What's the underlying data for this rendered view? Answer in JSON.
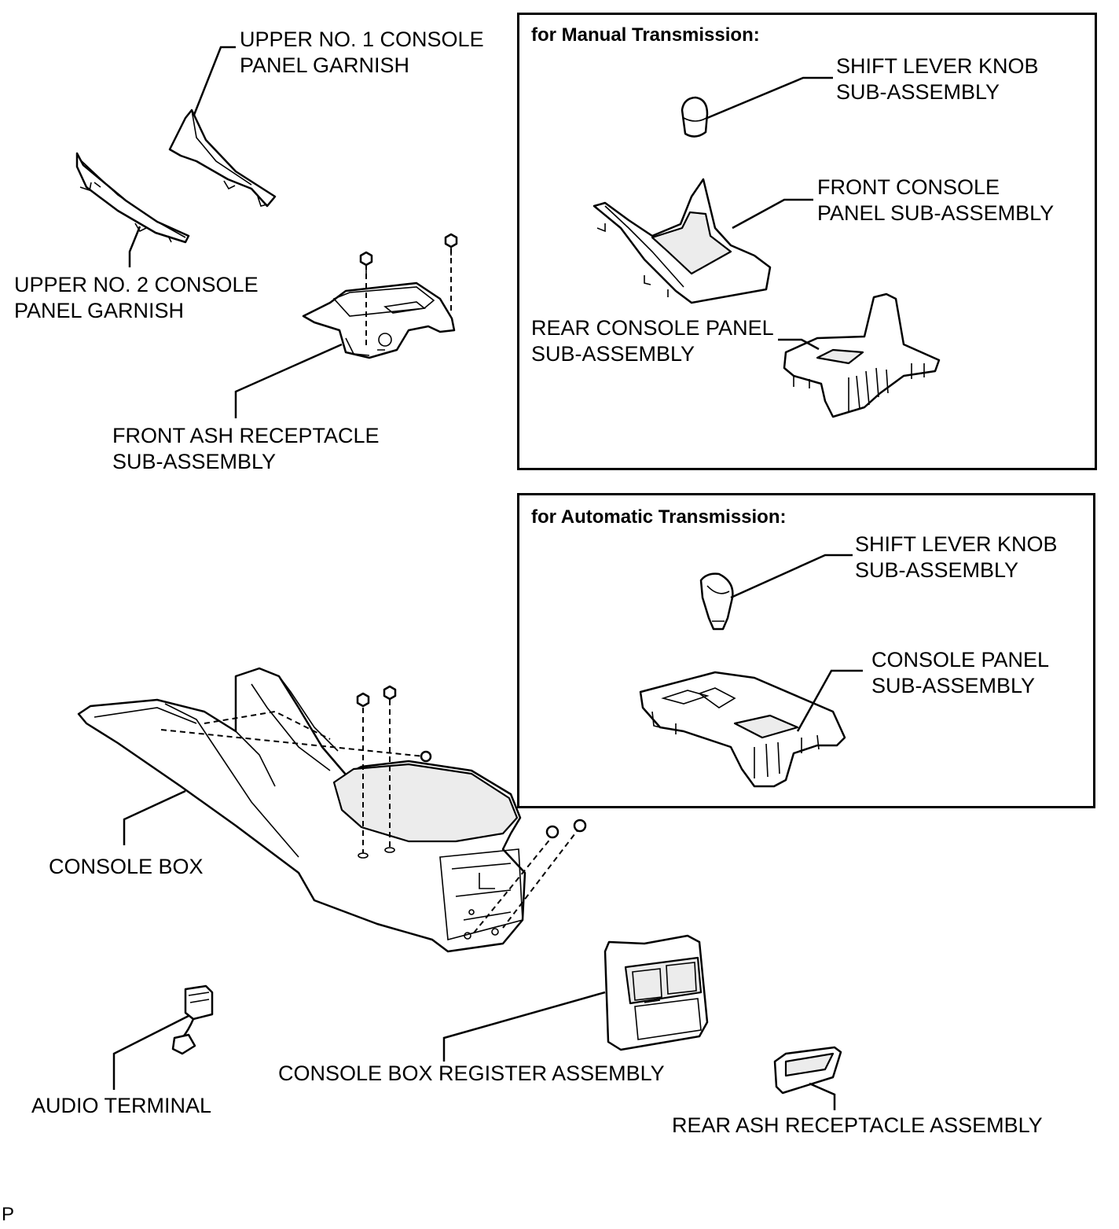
{
  "boxes": {
    "manual": {
      "title": "for Manual Transmission:"
    },
    "automatic": {
      "title": "for Automatic Transmission:"
    }
  },
  "labels": {
    "upper_no1": "UPPER NO. 1 CONSOLE\nPANEL GARNISH",
    "upper_no2": "UPPER NO. 2 CONSOLE\nPANEL GARNISH",
    "front_ash": "FRONT ASH RECEPTACLE\nSUB-ASSEMBLY",
    "mt_shift_knob": "SHIFT LEVER KNOB\nSUB-ASSEMBLY",
    "mt_front_console": "FRONT CONSOLE\nPANEL SUB-ASSEMBLY",
    "mt_rear_console": "REAR CONSOLE PANEL\nSUB-ASSEMBLY",
    "at_shift_knob": "SHIFT LEVER KNOB\nSUB-ASSEMBLY",
    "at_console_panel": "CONSOLE PANEL\nSUB-ASSEMBLY",
    "console_box": "CONSOLE BOX",
    "audio_terminal": "AUDIO TERMINAL",
    "register": "CONSOLE BOX REGISTER ASSEMBLY",
    "rear_ash": "REAR ASH RECEPTACLE ASSEMBLY"
  },
  "footer": {
    "code": "P"
  }
}
